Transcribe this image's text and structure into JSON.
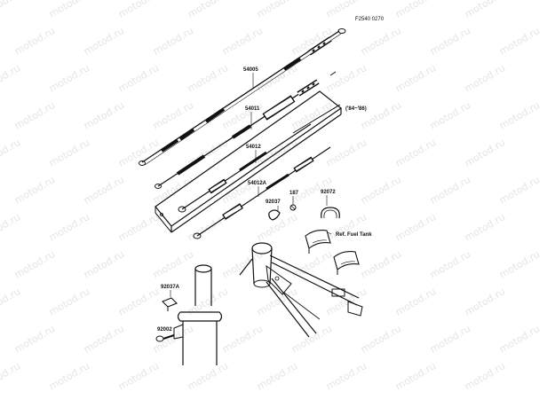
{
  "diagram": {
    "figure_code": "F2540 0270",
    "watermark": "motod.ru",
    "year_note": "('84~'86)",
    "fuel_tank_note": "Ref. Fuel Tank",
    "parts": {
      "p54005": "54005",
      "p54011": "54011",
      "p54012": "54012",
      "p54012A": "54012A",
      "p187": "187",
      "p92037": "92037",
      "p92072": "92072",
      "p92037A": "92037A",
      "p92002": "92002"
    }
  }
}
